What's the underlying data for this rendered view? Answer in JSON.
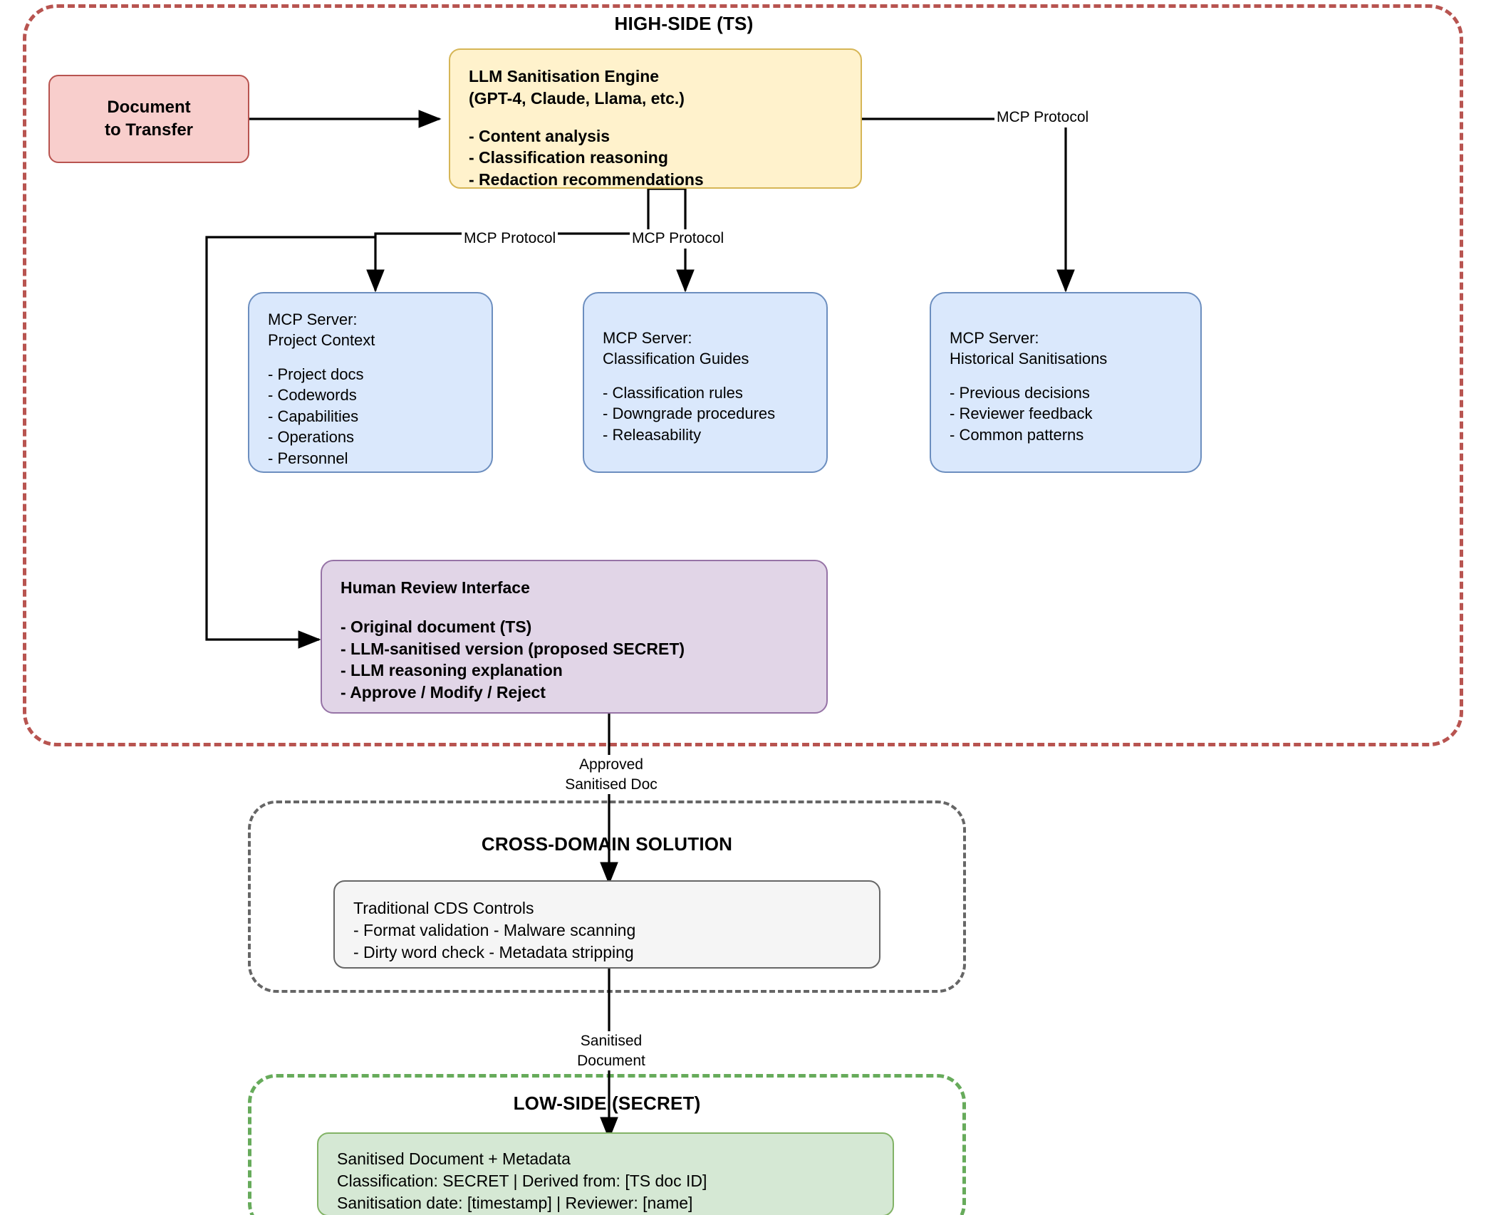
{
  "zones": {
    "high_side": {
      "title": "HIGH-SIDE (TS)",
      "border_color": "#b85450"
    },
    "cross_domain": {
      "title": "CROSS-DOMAIN SOLUTION",
      "border_color": "#666666"
    },
    "low_side": {
      "title": "LOW-SIDE (SECRET)",
      "border_color": "#67ab5b"
    }
  },
  "nodes": {
    "document": {
      "line1": "Document",
      "line2": "to Transfer",
      "fill": "#f8cecc",
      "stroke": "#b85450"
    },
    "llm_engine": {
      "title1": "LLM Sanitisation Engine",
      "title2": "(GPT-4, Claude, Llama, etc.)",
      "bullets": [
        "- Content analysis",
        "- Classification reasoning",
        "- Redaction recommendations"
      ],
      "fill": "#fff2cc",
      "stroke": "#d6b656"
    },
    "mcp_project": {
      "title1": "MCP Server:",
      "title2": "Project Context",
      "bullets": [
        "- Project docs",
        "- Codewords",
        "- Capabilities",
        "- Operations",
        "- Personnel"
      ],
      "fill": "#dae8fc",
      "stroke": "#6c8ebf"
    },
    "mcp_classification": {
      "title1": "MCP Server:",
      "title2": "Classification Guides",
      "bullets": [
        "- Classification rules",
        "- Downgrade procedures",
        "- Releasability"
      ],
      "fill": "#dae8fc",
      "stroke": "#6c8ebf"
    },
    "mcp_historical": {
      "title1": "MCP Server:",
      "title2": "Historical Sanitisations",
      "bullets": [
        "- Previous decisions",
        "- Reviewer feedback",
        "- Common patterns"
      ],
      "fill": "#dae8fc",
      "stroke": "#6c8ebf"
    },
    "human_review": {
      "title1": "Human Review Interface",
      "bullets": [
        "- Original document (TS)",
        "- LLM-sanitised version (proposed SECRET)",
        "- LLM reasoning explanation",
        "- Approve / Modify / Reject"
      ],
      "fill": "#e1d5e7",
      "stroke": "#9673a6"
    },
    "cds_controls": {
      "title1": "Traditional CDS Controls",
      "bullets": [
        "- Format validation - Malware scanning",
        "- Dirty word check - Metadata stripping"
      ],
      "fill": "#f5f5f5",
      "stroke": "#666666"
    },
    "sanitised_output": {
      "lines": [
        "Sanitised Document + Metadata",
        "Classification: SECRET | Derived from: [TS doc ID]",
        "Sanitisation date: [timestamp] | Reviewer: [name]"
      ],
      "fill": "#d5e8d4",
      "stroke": "#82b366"
    }
  },
  "edges": {
    "mcp_protocol_right": "MCP Protocol",
    "mcp_protocol_mid_left": "MCP Protocol",
    "mcp_protocol_mid_right": "MCP Protocol",
    "approved_sanitised_1": "Approved",
    "approved_sanitised_2": "Sanitised Doc",
    "sanitised_document_1": "Sanitised",
    "sanitised_document_2": "Document"
  }
}
